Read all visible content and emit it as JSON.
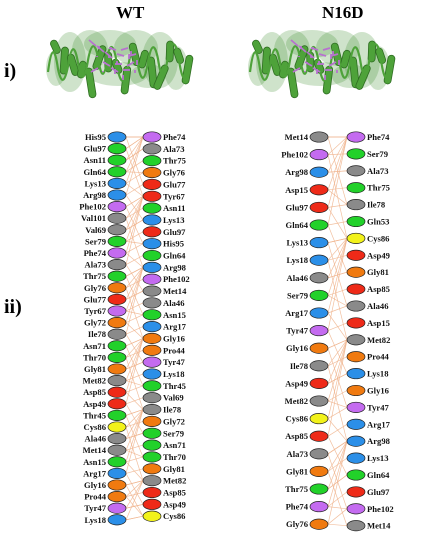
{
  "titles": {
    "wt": "WT",
    "mut": "N16D"
  },
  "panels": {
    "top": "i)",
    "bottom": "ii)"
  },
  "colors": {
    "blue": "#2b8fe8",
    "green": "#22d12a",
    "red": "#ee2a18",
    "orange": "#f07a10",
    "gray": "#8a8a8a",
    "purple": "#c46bf0",
    "yellow": "#f2f21a",
    "edge": "#f0b58f",
    "protein": "#4ea23a",
    "ligand": "#b772cf"
  },
  "wt": {
    "left": [
      [
        "His95",
        "blue"
      ],
      [
        "Glu97",
        "green"
      ],
      [
        "Asn11",
        "green"
      ],
      [
        "Gln64",
        "green"
      ],
      [
        "Lys13",
        "blue"
      ],
      [
        "Arg98",
        "blue"
      ],
      [
        "Phe102",
        "purple"
      ],
      [
        "Val101",
        "gray"
      ],
      [
        "Val69",
        "gray"
      ],
      [
        "Ser79",
        "green"
      ],
      [
        "Phe74",
        "purple"
      ],
      [
        "Ala73",
        "gray"
      ],
      [
        "Thr75",
        "green"
      ],
      [
        "Gly76",
        "orange"
      ],
      [
        "Glu77",
        "red"
      ],
      [
        "Tyr67",
        "purple"
      ],
      [
        "Gly72",
        "orange"
      ],
      [
        "Ile78",
        "gray"
      ],
      [
        "Asn71",
        "green"
      ],
      [
        "Thr70",
        "green"
      ],
      [
        "Gly81",
        "orange"
      ],
      [
        "Met82",
        "gray"
      ],
      [
        "Asp85",
        "red"
      ],
      [
        "Asp49",
        "red"
      ],
      [
        "Thr45",
        "green"
      ],
      [
        "Cys86",
        "yellow"
      ],
      [
        "Ala46",
        "gray"
      ],
      [
        "Met14",
        "gray"
      ],
      [
        "Asn15",
        "green"
      ],
      [
        "Arg17",
        "blue"
      ],
      [
        "Gly16",
        "orange"
      ],
      [
        "Pro44",
        "orange"
      ],
      [
        "Tyr47",
        "purple"
      ],
      [
        "Lys18",
        "blue"
      ]
    ],
    "right": [
      [
        "Phe74",
        "purple"
      ],
      [
        "Ala73",
        "gray"
      ],
      [
        "Thr75",
        "green"
      ],
      [
        "Gly76",
        "orange"
      ],
      [
        "Glu77",
        "red"
      ],
      [
        "Tyr67",
        "red"
      ],
      [
        "Asn11",
        "green"
      ],
      [
        "Lys13",
        "blue"
      ],
      [
        "Glu97",
        "red"
      ],
      [
        "His95",
        "blue"
      ],
      [
        "Gln64",
        "green"
      ],
      [
        "Arg98",
        "blue"
      ],
      [
        "Phe102",
        "purple"
      ],
      [
        "Met14",
        "gray"
      ],
      [
        "Ala46",
        "gray"
      ],
      [
        "Asn15",
        "green"
      ],
      [
        "Arg17",
        "blue"
      ],
      [
        "Gly16",
        "orange"
      ],
      [
        "Pro44",
        "orange"
      ],
      [
        "Tyr47",
        "purple"
      ],
      [
        "Lys18",
        "blue"
      ],
      [
        "Thr45",
        "green"
      ],
      [
        "Val69",
        "gray"
      ],
      [
        "Ile78",
        "gray"
      ],
      [
        "Gly72",
        "orange"
      ],
      [
        "Ser79",
        "green"
      ],
      [
        "Asn71",
        "green"
      ],
      [
        "Thr70",
        "green"
      ],
      [
        "Gly81",
        "orange"
      ],
      [
        "Met82",
        "gray"
      ],
      [
        "Asp85",
        "red"
      ],
      [
        "Asp49",
        "red"
      ],
      [
        "Cys86",
        "yellow"
      ]
    ]
  },
  "mut": {
    "left": [
      [
        "Met14",
        "gray"
      ],
      [
        "Phe102",
        "purple"
      ],
      [
        "Arg98",
        "blue"
      ],
      [
        "Asp15",
        "red"
      ],
      [
        "Glu97",
        "red"
      ],
      [
        "Gln64",
        "green"
      ],
      [
        "Lys13",
        "blue"
      ],
      [
        "Lys18",
        "blue"
      ],
      [
        "Ala46",
        "gray"
      ],
      [
        "Ser79",
        "green"
      ],
      [
        "Arg17",
        "blue"
      ],
      [
        "Tyr47",
        "purple"
      ],
      [
        "Gly16",
        "orange"
      ],
      [
        "Ile78",
        "gray"
      ],
      [
        "Asp49",
        "red"
      ],
      [
        "Met82",
        "gray"
      ],
      [
        "Cys86",
        "yellow"
      ],
      [
        "Asp85",
        "red"
      ],
      [
        "Ala73",
        "gray"
      ],
      [
        "Gly81",
        "orange"
      ],
      [
        "Thr75",
        "green"
      ],
      [
        "Phe74",
        "purple"
      ],
      [
        "Gly76",
        "orange"
      ]
    ],
    "right": [
      [
        "Phe74",
        "purple"
      ],
      [
        "Ser79",
        "green"
      ],
      [
        "Ala73",
        "gray"
      ],
      [
        "Thr75",
        "green"
      ],
      [
        "Ile78",
        "gray"
      ],
      [
        "Gln53",
        "green"
      ],
      [
        "Cys86",
        "yellow"
      ],
      [
        "Asp49",
        "red"
      ],
      [
        "Gly81",
        "orange"
      ],
      [
        "Asp85",
        "red"
      ],
      [
        "Ala46",
        "gray"
      ],
      [
        "Asp15",
        "red"
      ],
      [
        "Met82",
        "gray"
      ],
      [
        "Pro44",
        "orange"
      ],
      [
        "Lys18",
        "blue"
      ],
      [
        "Gly16",
        "orange"
      ],
      [
        "Tyr47",
        "purple"
      ],
      [
        "Arg17",
        "blue"
      ],
      [
        "Arg98",
        "blue"
      ],
      [
        "Lys13",
        "blue"
      ],
      [
        "Gln64",
        "green"
      ],
      [
        "Glu97",
        "red"
      ],
      [
        "Phe102",
        "purple"
      ],
      [
        "Met14",
        "gray"
      ]
    ]
  }
}
